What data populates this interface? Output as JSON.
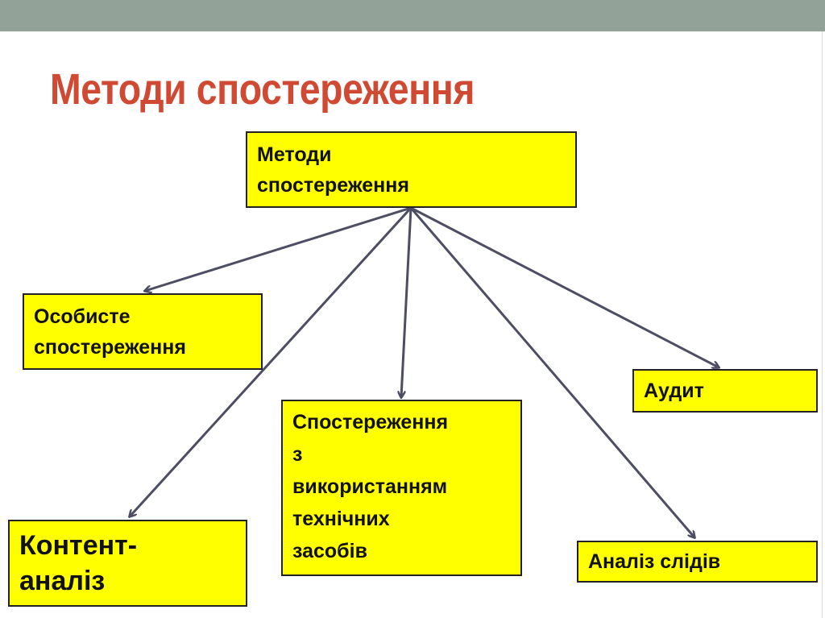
{
  "slide": {
    "title": "Методи спостереження",
    "accent_color": "#d04a33",
    "bar_color": "#93a299",
    "box_color": "#ffff00"
  },
  "diagram": {
    "root": {
      "line1": "Методи",
      "line2": "спостереження"
    },
    "nodes": [
      {
        "id": "personal",
        "lines": [
          "Особисте",
          "спостереження"
        ]
      },
      {
        "id": "audit",
        "lines": [
          "Аудит"
        ]
      },
      {
        "id": "technical",
        "lines": [
          "Спостереження",
          "з",
          "використанням",
          "технічних",
          "засобів"
        ]
      },
      {
        "id": "content",
        "lines": [
          "Контент-",
          "аналіз"
        ]
      },
      {
        "id": "traces",
        "lines": [
          "Аналіз слідів"
        ]
      }
    ]
  }
}
